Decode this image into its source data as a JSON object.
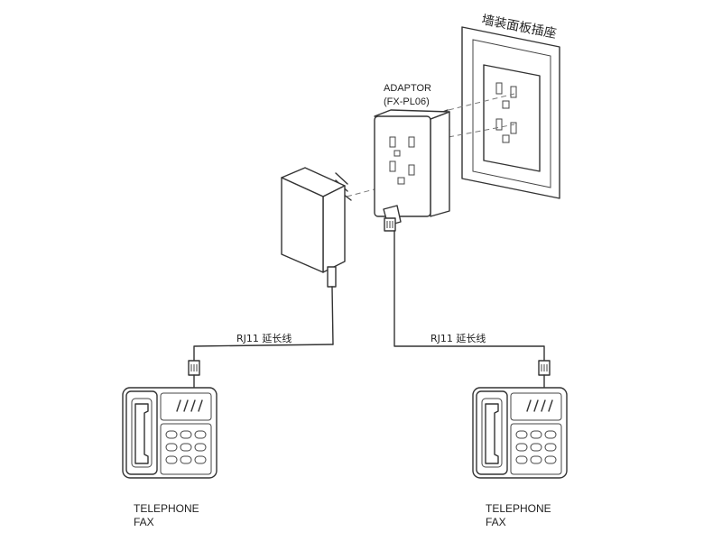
{
  "wall_plate": {
    "label": "墙装面板插座"
  },
  "adaptor": {
    "label_line1": "ADAPTOR",
    "label_line2": "(FX-PL06)"
  },
  "cables": [
    {
      "label": "RJ11 延长线"
    },
    {
      "label": "RJ11 延长线"
    }
  ],
  "devices": [
    {
      "line1": "TELEPHONE",
      "line2": "FAX"
    },
    {
      "line1": "TELEPHONE",
      "line2": "FAX"
    }
  ]
}
